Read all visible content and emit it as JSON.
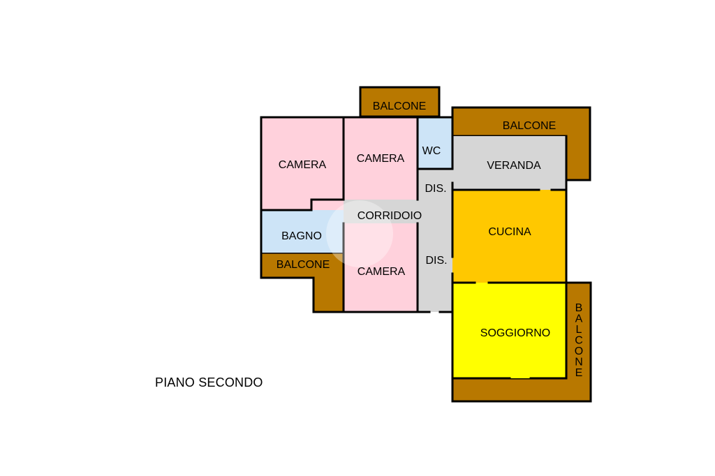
{
  "colors": {
    "balcony": "#b87800",
    "bedroom": "#ffd1dc",
    "bath": "#cde4f7",
    "service": "#d6d6d6",
    "kitchen": "#ffc800",
    "living": "#ffff00",
    "wall": "#000000"
  },
  "floor_label": "PIANO SECONDO",
  "rooms": {
    "balcone_top": "BALCONE",
    "balcone_right_top": "BALCONE",
    "balcone_left": "BALCONE",
    "balcone_right_vertical": "BALCONE",
    "camera_1": "CAMERA",
    "camera_2": "CAMERA",
    "camera_3": "CAMERA",
    "wc": "WC",
    "dis_1": "DIS.",
    "dis_2": "DIS.",
    "veranda": "VERANDA",
    "corridoio": "CORRIDOIO",
    "bagno": "BAGNO",
    "cucina": "CUCINA",
    "soggiorno": "SOGGIORNO"
  }
}
